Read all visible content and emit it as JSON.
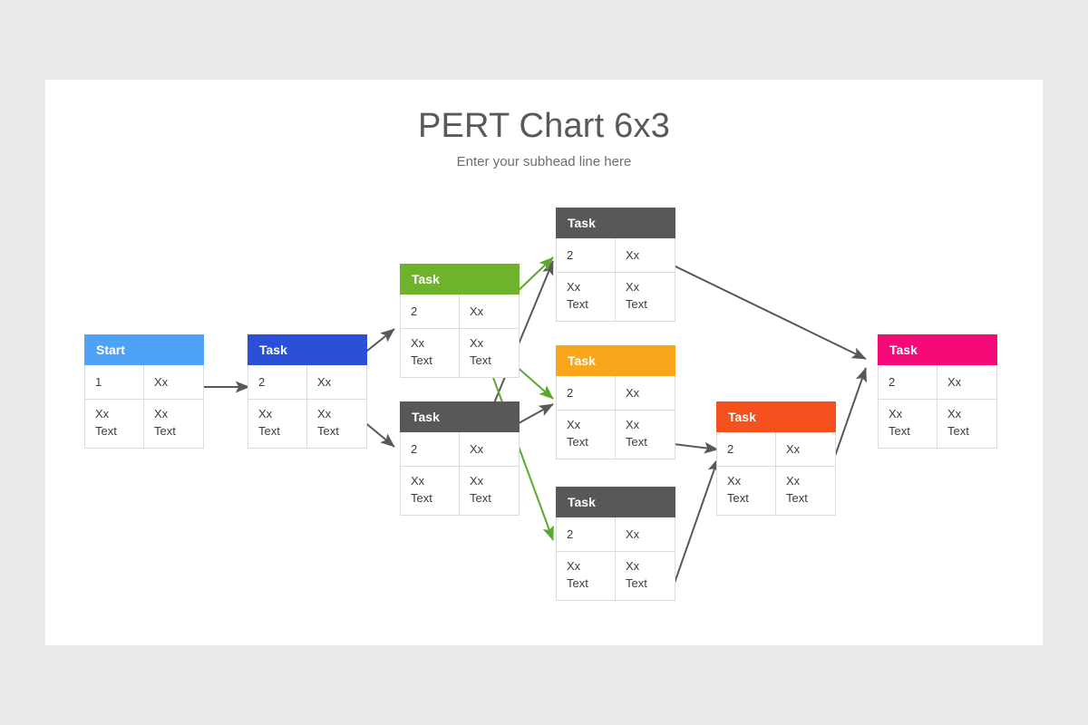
{
  "slide": {
    "title": "PERT Chart 6x3",
    "subtitle": "Enter your subhead line here",
    "background": "#eaeaea",
    "surface": "#ffffff"
  },
  "palette": {
    "start_blue": "#4fa3f7",
    "task_blue": "#2b4fd6",
    "task_green": "#6fb22c",
    "task_gray": "#58585a",
    "task_amber": "#f9a61a",
    "task_orange": "#f4511e",
    "task_pink": "#f50a78",
    "connector_gray": "#58585a",
    "connector_green": "#5aa82c",
    "text_dark": "#3b3b3b",
    "border": "#dcdcdc"
  },
  "nodes": [
    {
      "id": "start",
      "header": "Start",
      "color": "#4fa3f7",
      "mid_left": "1",
      "mid_right": "Xx",
      "bot_left_1": "Xx",
      "bot_left_2": "Text",
      "bot_right_1": "Xx",
      "bot_right_2": "Text"
    },
    {
      "id": "task-blue",
      "header": "Task",
      "color": "#2b4fd6",
      "mid_left": "2",
      "mid_right": "Xx",
      "bot_left_1": "Xx",
      "bot_left_2": "Text",
      "bot_right_1": "Xx",
      "bot_right_2": "Text"
    },
    {
      "id": "task-green",
      "header": "Task",
      "color": "#6fb22c",
      "mid_left": "2",
      "mid_right": "Xx",
      "bot_left_1": "Xx",
      "bot_left_2": "Text",
      "bot_right_1": "Xx",
      "bot_right_2": "Text"
    },
    {
      "id": "task-gray-mid",
      "header": "Task",
      "color": "#58585a",
      "mid_left": "2",
      "mid_right": "Xx",
      "bot_left_1": "Xx",
      "bot_left_2": "Text",
      "bot_right_1": "Xx",
      "bot_right_2": "Text"
    },
    {
      "id": "task-gray-top",
      "header": "Task",
      "color": "#58585a",
      "mid_left": "2",
      "mid_right": "Xx",
      "bot_left_1": "Xx",
      "bot_left_2": "Text",
      "bot_right_1": "Xx",
      "bot_right_2": "Text"
    },
    {
      "id": "task-amber",
      "header": "Task",
      "color": "#f9a61a",
      "mid_left": "2",
      "mid_right": "Xx",
      "bot_left_1": "Xx",
      "bot_left_2": "Text",
      "bot_right_1": "Xx",
      "bot_right_2": "Text"
    },
    {
      "id": "task-gray-bottom",
      "header": "Task",
      "color": "#58585a",
      "mid_left": "2",
      "mid_right": "Xx",
      "bot_left_1": "Xx",
      "bot_left_2": "Text",
      "bot_right_1": "Xx",
      "bot_right_2": "Text"
    },
    {
      "id": "task-orange",
      "header": "Task",
      "color": "#f4511e",
      "mid_left": "2",
      "mid_right": "Xx",
      "bot_left_1": "Xx",
      "bot_left_2": "Text",
      "bot_right_1": "Xx",
      "bot_right_2": "Text"
    },
    {
      "id": "task-pink",
      "header": "Task",
      "color": "#f50a78",
      "mid_left": "2",
      "mid_right": "Xx",
      "bot_left_1": "Xx",
      "bot_left_2": "Text",
      "bot_right_1": "Xx",
      "bot_right_2": "Text"
    }
  ]
}
